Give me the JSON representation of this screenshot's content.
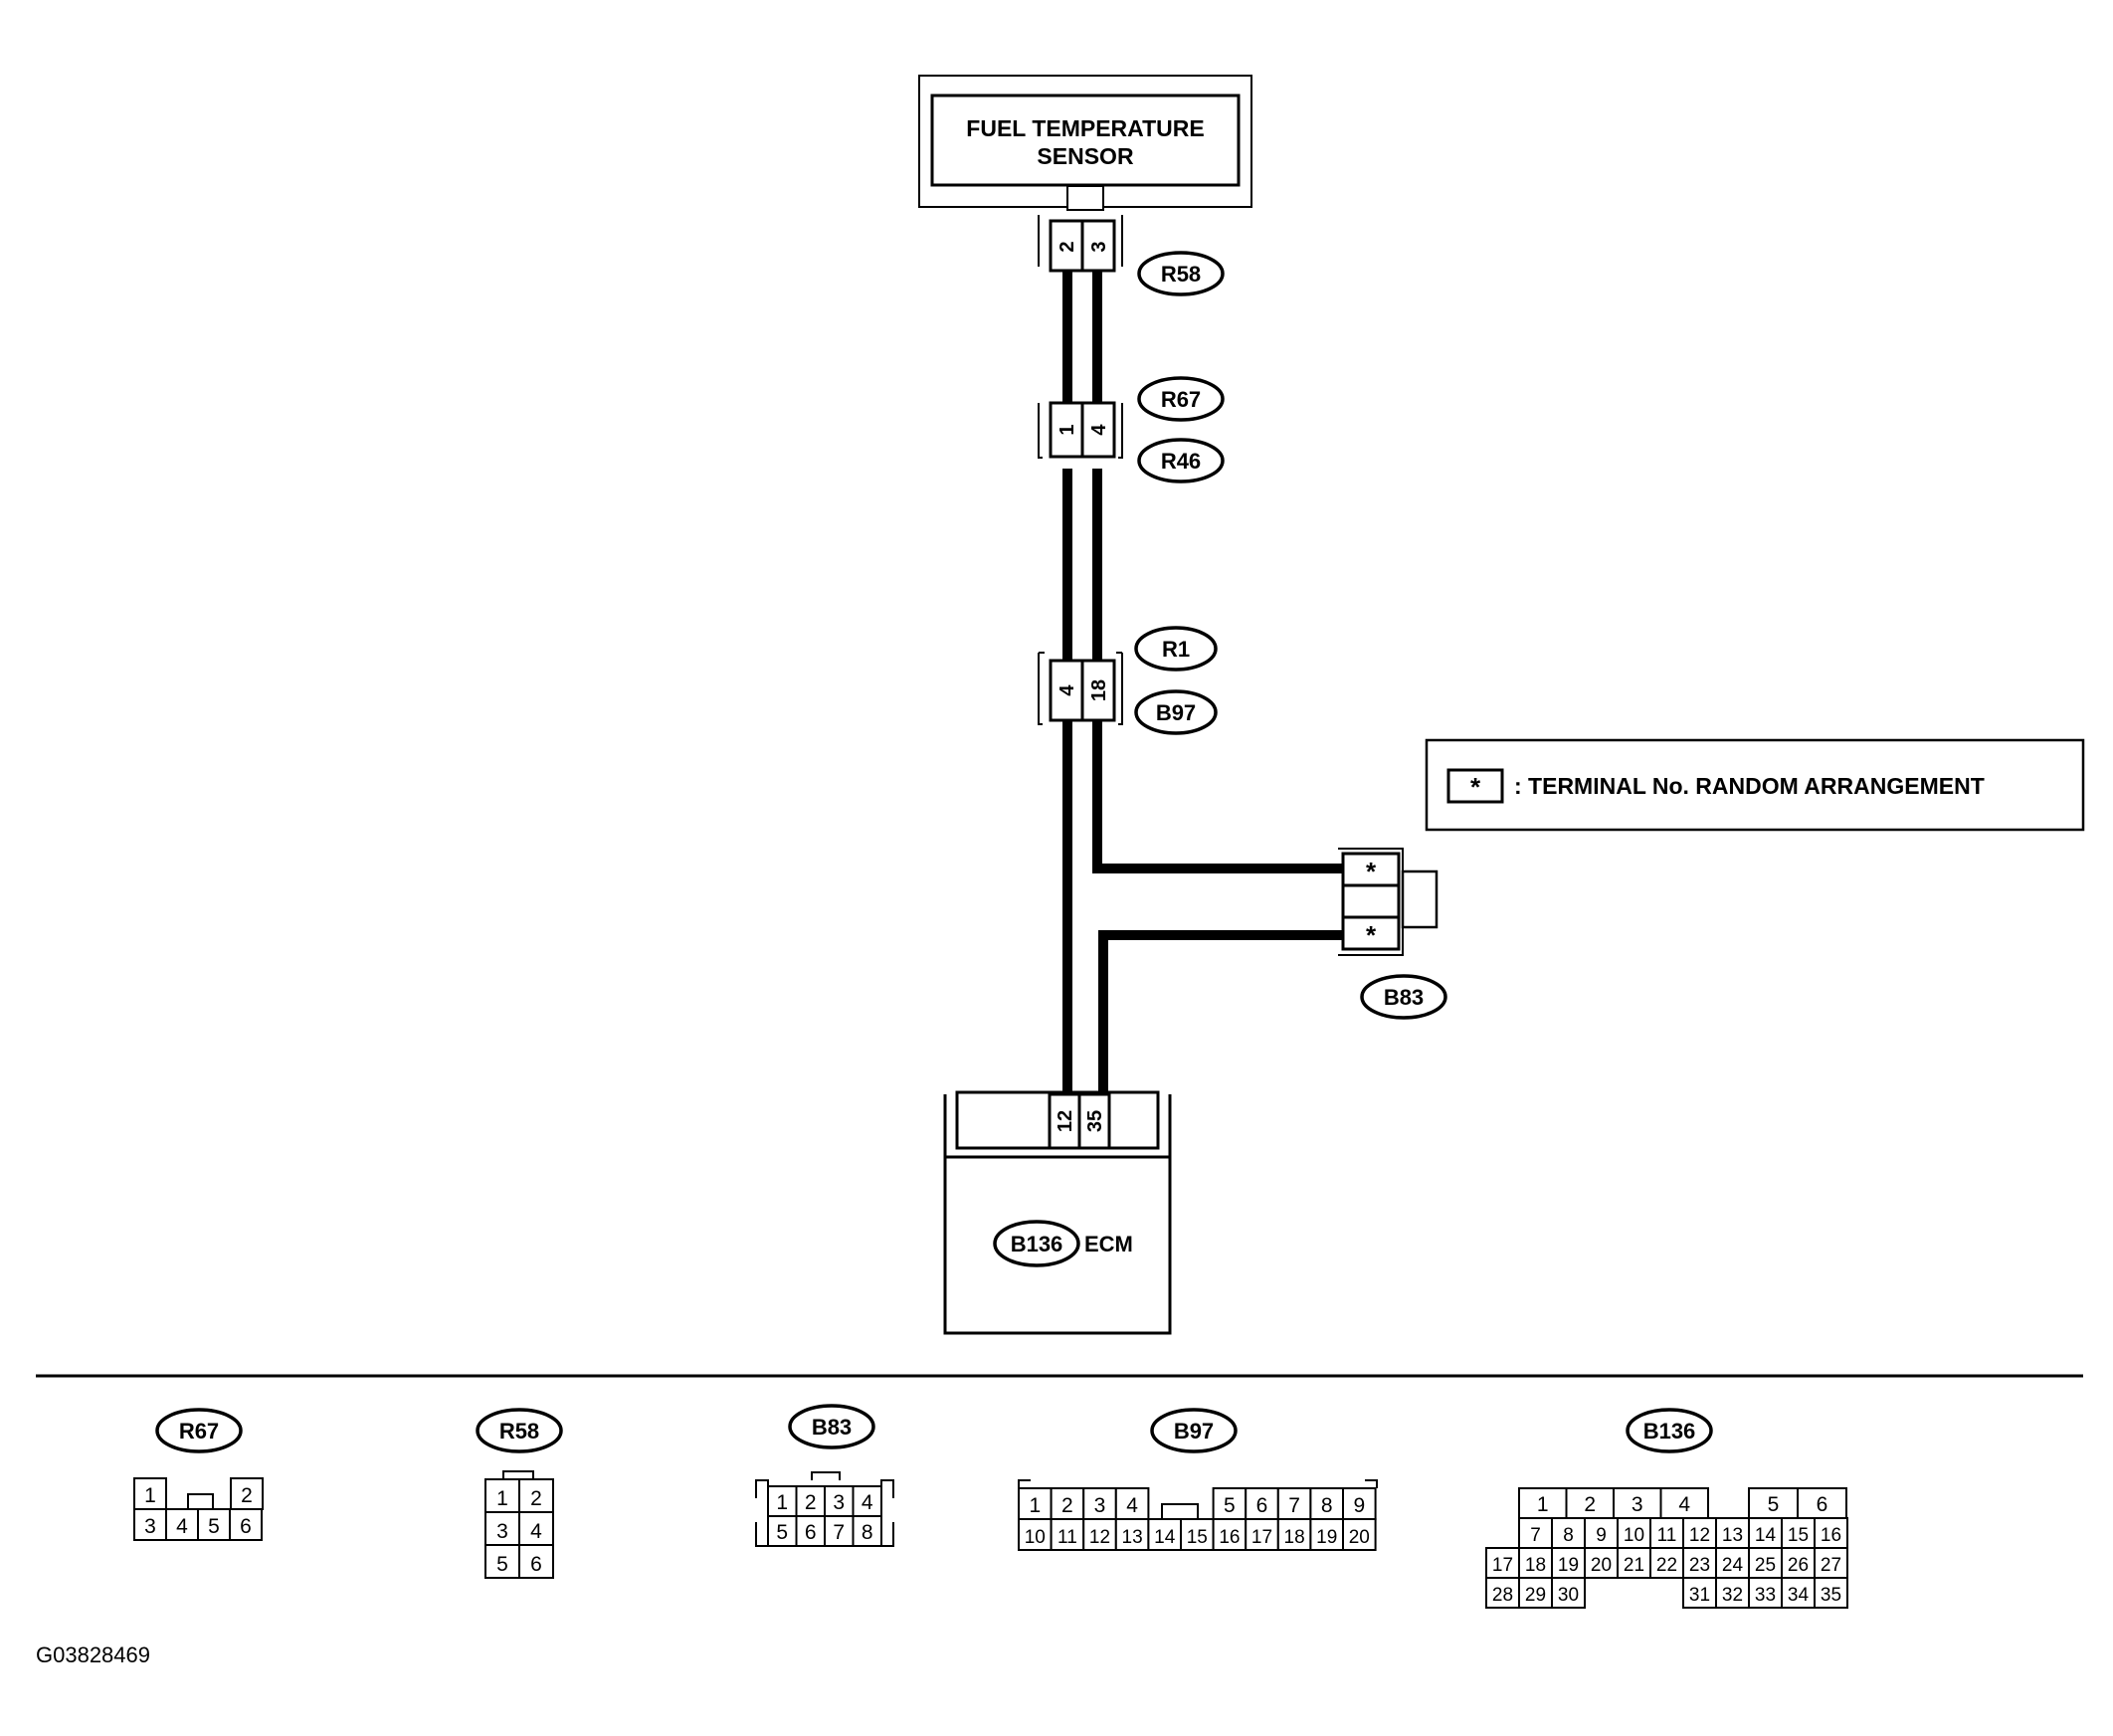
{
  "sensor": {
    "line1": "FUEL TEMPERATURE",
    "line2": "SENSOR"
  },
  "connectors": {
    "r58": {
      "tag": "R58",
      "pins": [
        "2",
        "3"
      ]
    },
    "r67_r46": {
      "tag_top": "R67",
      "tag_bottom": "R46",
      "pins": [
        "1",
        "4"
      ]
    },
    "r1_b97": {
      "tag_top": "R1",
      "tag_bottom": "B97",
      "pins": [
        "4",
        "18"
      ]
    },
    "b83": {
      "tag": "B83",
      "pins": [
        "*",
        "*"
      ]
    }
  },
  "ecm": {
    "tag": "B136",
    "label": "ECM",
    "pins": [
      "12",
      "35"
    ]
  },
  "legend": {
    "symbol": "*",
    "text": ": TERMINAL No. RANDOM ARRANGEMENT"
  },
  "faces": {
    "r67": {
      "tag": "R67",
      "top": [
        "1",
        "2"
      ],
      "bottom": [
        "3",
        "4",
        "5",
        "6"
      ]
    },
    "r58": {
      "tag": "R58",
      "rows": [
        [
          "1",
          "2"
        ],
        [
          "3",
          "4"
        ],
        [
          "5",
          "6"
        ]
      ]
    },
    "b83": {
      "tag": "B83",
      "top": [
        "1",
        "2",
        "3",
        "4"
      ],
      "bottom": [
        "5",
        "6",
        "7",
        "8"
      ]
    },
    "b97": {
      "tag": "B97",
      "top_left": [
        "1",
        "2",
        "3",
        "4"
      ],
      "top_right": [
        "5",
        "6",
        "7",
        "8",
        "9"
      ],
      "bottom": [
        "10",
        "11",
        "12",
        "13",
        "14",
        "15",
        "16",
        "17",
        "18",
        "19",
        "20"
      ]
    },
    "b136": {
      "tag": "B136",
      "row1_left": [
        "1",
        "2",
        "3",
        "4"
      ],
      "row1_right": [
        "5",
        "6"
      ],
      "row2": [
        "7",
        "8",
        "9",
        "10",
        "11",
        "12",
        "13",
        "14",
        "15",
        "16"
      ],
      "row3": [
        "17",
        "18",
        "19",
        "20",
        "21",
        "22",
        "23",
        "24",
        "25",
        "26",
        "27"
      ],
      "row4_left": [
        "28",
        "29",
        "30"
      ],
      "row4_right": [
        "31",
        "32",
        "33",
        "34",
        "35"
      ]
    }
  },
  "figure_id": "G03828469"
}
